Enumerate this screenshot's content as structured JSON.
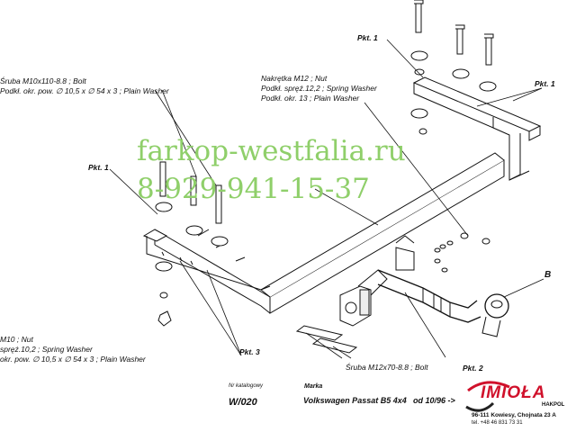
{
  "watermark": {
    "site": "farkop-westfalia.ru",
    "phone": "8-929-941-15-37",
    "color": "#8fcf6a"
  },
  "callouts": {
    "pkt1_top": "Pkt. 1",
    "pkt1_right": "Pkt. 1",
    "pkt1_left": "Pkt. 1",
    "pkt2": "Pkt. 2",
    "pkt3": "Pkt. 3",
    "b": "B"
  },
  "labels": {
    "bolt_left_1": "Śruba M10x110-8.8 ;  Bolt",
    "bolt_left_2": "Podkł. okr. pow. ∅ 10,5 x ∅ 54 x 3 ; Plain Washer",
    "nut_top_1": "Nakrętka  M12 ; Nut",
    "nut_top_2": "Podkł. spręż.12,2 ; Spring Washer",
    "nut_top_3": "Podkł. okr. 13 ; Plain Washer",
    "nut_left_1": "M10 ; Nut",
    "nut_left_2": "spręż.10,2 ; Spring Washer",
    "nut_left_3": "okr. pow. ∅ 10,5 x ∅ 54 x 3 ; Plain Washer",
    "bolt_bottom": "Śruba M12x70-8.8 ;  Bolt"
  },
  "footer": {
    "catalog_label": "Nr katalogowy",
    "catalog_no": "W/020",
    "brand_label": "Marka",
    "vehicle": "Volkswagen Passat B5 4x4",
    "date": "od 10/96 ->",
    "logo": "IMIOŁA",
    "logo_sub": "HAKPOL",
    "address": "96-111 Kowiesy, Chojnata 23 A",
    "phone": "tel. +48 46 831 73 31",
    "logo_color": "#d0112b"
  }
}
